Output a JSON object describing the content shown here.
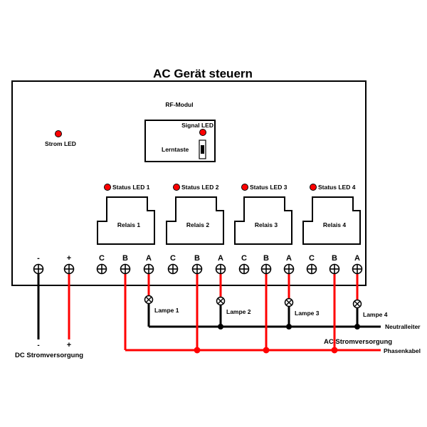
{
  "title": "AC Gerät steuern",
  "rf_module": {
    "label": "RF-Modul",
    "signal_led_label": "Signal LED",
    "learn_button_label": "Lerntaste"
  },
  "power_led_label": "Strom LED",
  "relays": [
    {
      "label": "Relais 1",
      "status_led_label": "Status LED 1"
    },
    {
      "label": "Relais 2",
      "status_led_label": "Status LED 2"
    },
    {
      "label": "Relais 3",
      "status_led_label": "Status LED 3"
    },
    {
      "label": "Relais 4",
      "status_led_label": "Status LED 4"
    }
  ],
  "terminals": [
    "-",
    "+",
    "C",
    "B",
    "A",
    "C",
    "B",
    "A",
    "C",
    "B",
    "A",
    "C",
    "B",
    "A"
  ],
  "lamps": [
    "Lampe 1",
    "Lampe 2",
    "Lampe 3",
    "Lampe 4"
  ],
  "dc_supply": {
    "label": "DC Stromversorgung",
    "minus": "-",
    "plus": "+"
  },
  "ac_supply": {
    "label": "AC Stromversorgung",
    "neutral_label": "Neutralleiter",
    "phase_label": "Phasenkabel"
  },
  "colors": {
    "led": "#ff0000",
    "phase_wire": "#ff0000",
    "neutral_wire": "#000000",
    "outline": "#000000"
  }
}
